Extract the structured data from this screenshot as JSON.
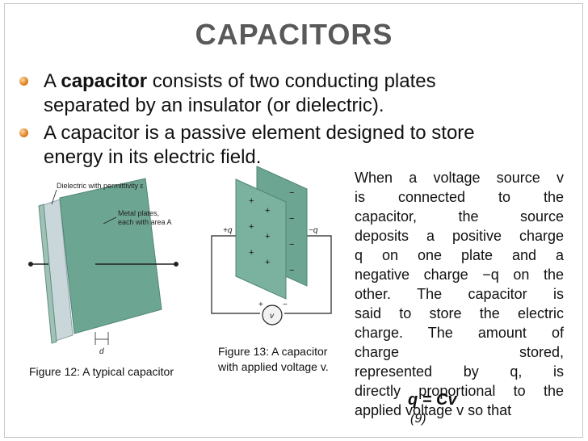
{
  "slide": {
    "title": "CAPACITORS",
    "bullets": [
      {
        "line1_pre": "A ",
        "line1_bold": "capacitor",
        "line1_post": " consists of two conducting plates",
        "line2": "separated by an insulator (or dielectric)."
      },
      {
        "line1": "A capacitor is a passive element designed to store",
        "line2": "energy in its electric field."
      }
    ],
    "side_text_lines": [
      "When a voltage source v",
      "is connected to the",
      "capacitor, the source",
      "deposits a positive charge",
      "q on one plate and a",
      "negative charge −q on the",
      "other. The capacitor is",
      "said to store the electric",
      "charge. The amount of",
      "charge stored,",
      "represented by q, is",
      "directly proportional to the",
      "applied voltage v so that"
    ],
    "formula": "q = Cv",
    "equation_number": "(9)"
  },
  "figure12": {
    "caption": "Figure 12: A typical capacitor",
    "label_dielectric": "Dielectric with permittivity ε",
    "label_plates_1": "Metal plates,",
    "label_plates_2": "each with area A",
    "label_d": "d"
  },
  "figure13": {
    "caption_1": "Figure 13: A capacitor",
    "caption_2": "with applied voltage v.",
    "label_plus_q": "+q",
    "label_minus_q": "−q",
    "label_v": "v",
    "label_src_plus": "+",
    "label_src_minus": "−"
  },
  "colors": {
    "plate": "#6da593",
    "plate_dark": "#4f8574",
    "dielectric": "#c9d6da",
    "title": "#595959",
    "bullet": "#e0801c"
  }
}
